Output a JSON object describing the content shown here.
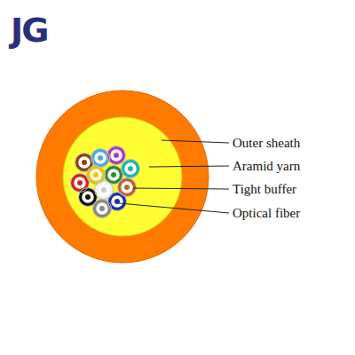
{
  "diagram": {
    "labels": [
      "JG",
      "Outer sheath",
      "Aramid yarn",
      "Tight buffer",
      "Optical fiber"
    ]
  }
}
